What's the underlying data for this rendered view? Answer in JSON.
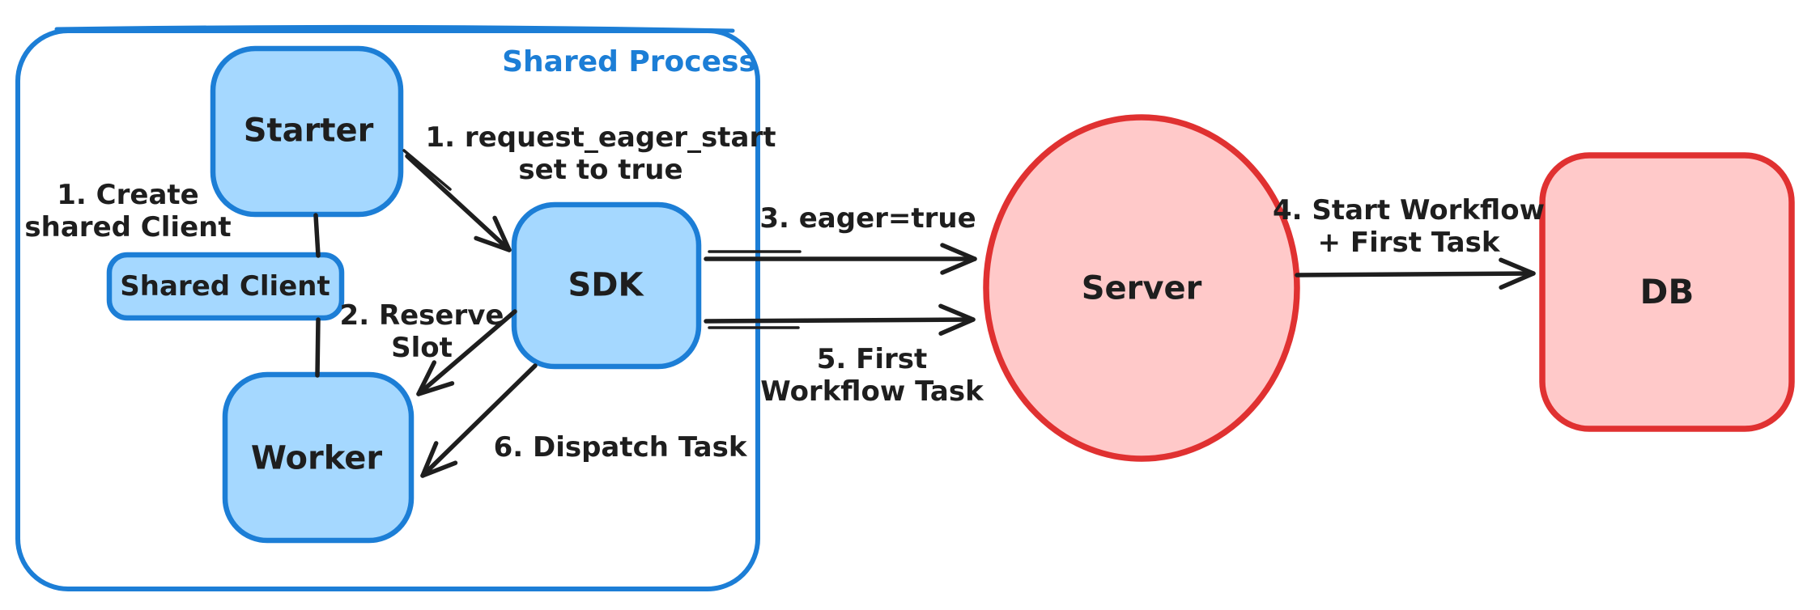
{
  "diagram": {
    "container": {
      "label": "Shared Process"
    },
    "nodes": {
      "starter": {
        "label": "Starter"
      },
      "shared_client": {
        "label": "Shared Client"
      },
      "worker": {
        "label": "Worker"
      },
      "sdk": {
        "label": "SDK"
      },
      "server": {
        "label": "Server"
      },
      "db": {
        "label": "DB"
      }
    },
    "annotations": {
      "create_client": {
        "line1": "1. Create",
        "line2": "shared Client"
      },
      "request_eager": {
        "line1": "1. request_eager_start",
        "line2": "set to true"
      },
      "reserve_slot": {
        "line1": "2. Reserve",
        "line2": "Slot"
      },
      "dispatch_task": {
        "text": "6. Dispatch Task"
      },
      "eager_true": {
        "text": "3. eager=true"
      },
      "first_workflow_task": {
        "line1": "5. First",
        "line2": "Workflow Task"
      },
      "start_workflow": {
        "line1": "4. Start Workflow",
        "line2": "+ First Task"
      }
    },
    "colors": {
      "blue_stroke": "#1c7ed6",
      "blue_fill": "#a5d8ff",
      "red_stroke": "#e03131",
      "red_fill": "#ffc9c9",
      "line": "#1e1e1e",
      "text": "#1e1e1e",
      "background": "#ffffff"
    }
  }
}
